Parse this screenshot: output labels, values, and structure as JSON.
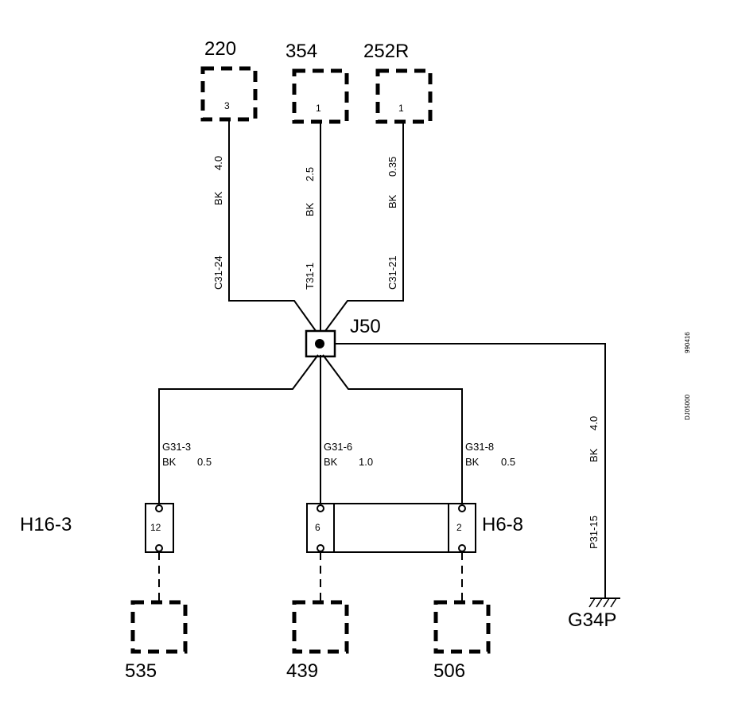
{
  "components_top": {
    "c220": {
      "label": "220",
      "pin": "3",
      "gauge": "4.0",
      "color": "BK",
      "wire_id": "C31-24"
    },
    "c354": {
      "label": "354",
      "pin": "1",
      "gauge": "2.5",
      "color": "BK",
      "wire_id": "T31-1"
    },
    "c252r": {
      "label": "252R",
      "pin": "1",
      "gauge": "0.35",
      "color": "BK",
      "wire_id": "C31-21"
    }
  },
  "junction": {
    "label": "J50"
  },
  "wires_bottom": {
    "g31_3": {
      "id": "G31-3",
      "color": "BK",
      "gauge": "0.5"
    },
    "g31_6": {
      "id": "G31-6",
      "color": "BK",
      "gauge": "1.0"
    },
    "g31_8": {
      "id": "G31-8",
      "color": "BK",
      "gauge": "0.5"
    }
  },
  "ground_wire": {
    "gauge": "4.0",
    "color": "BK",
    "id": "P31-15",
    "ground_label": "G34P"
  },
  "connectors": {
    "h16_3": {
      "label": "H16-3",
      "pin": "12"
    },
    "h6_8": {
      "label": "H6-8",
      "pin_left": "6",
      "pin_right": "2"
    }
  },
  "components_bottom": {
    "c535": {
      "label": "535"
    },
    "c439": {
      "label": "439"
    },
    "c506": {
      "label": "506"
    }
  },
  "side_text": {
    "code1": "990416",
    "code2": "DJ05000"
  }
}
